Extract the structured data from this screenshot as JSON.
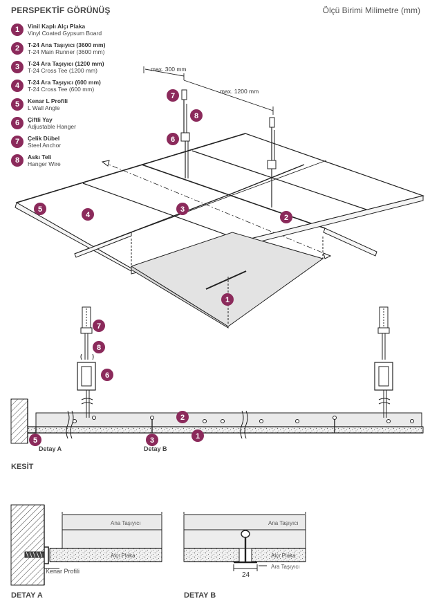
{
  "header": {
    "title": "PERSPEKTİF GÖRÜNÜŞ",
    "units": "Ölçü Birimi Milimetre (mm)"
  },
  "legend": [
    {
      "num": "1",
      "tr": "Vinil Kaplı Alçı Plaka",
      "en": "Vinyl Coated Gypsum Board"
    },
    {
      "num": "2",
      "tr": "T-24 Ana Taşıyıcı (3600 mm)",
      "en": "T-24 Main Runner (3600 mm)"
    },
    {
      "num": "3",
      "tr": "T-24 Ara Taşıyıcı (1200 mm)",
      "en": "T-24 Cross Tee (1200 mm)"
    },
    {
      "num": "4",
      "tr": "T-24 Ara Taşıyıcı (600 mm)",
      "en": "T-24 Cross Tee (600 mm)"
    },
    {
      "num": "5",
      "tr": "Kenar L Profili",
      "en": "L Wall Angle"
    },
    {
      "num": "6",
      "tr": "Çiftli Yay",
      "en": "Adjustable Hanger"
    },
    {
      "num": "7",
      "tr": "Çelik Dübel",
      "en": "Steel Anchor"
    },
    {
      "num": "8",
      "tr": "Askı Teli",
      "en": "Hanger Wire"
    }
  ],
  "perspective": {
    "dim_300": "max. 300 mm",
    "dim_1200": "max. 1200 mm"
  },
  "section": {
    "title": "KESİT",
    "detay_a_ref": "Detay A",
    "detay_b_ref": "Detay B"
  },
  "detail_a": {
    "title": "DETAY A",
    "ana": "Ana Taşıyıcı",
    "board": "Alçı Plaka",
    "kenar": "Kenar Profili"
  },
  "detail_b": {
    "title": "DETAY B",
    "ana": "Ana Taşıyıcı",
    "board": "Alçı Plaka",
    "ara": "Ara Taşıyıcı",
    "width": "24"
  },
  "colors": {
    "accent": "#8b2a5b",
    "line": "#222222",
    "board": "#e6e6e6"
  }
}
